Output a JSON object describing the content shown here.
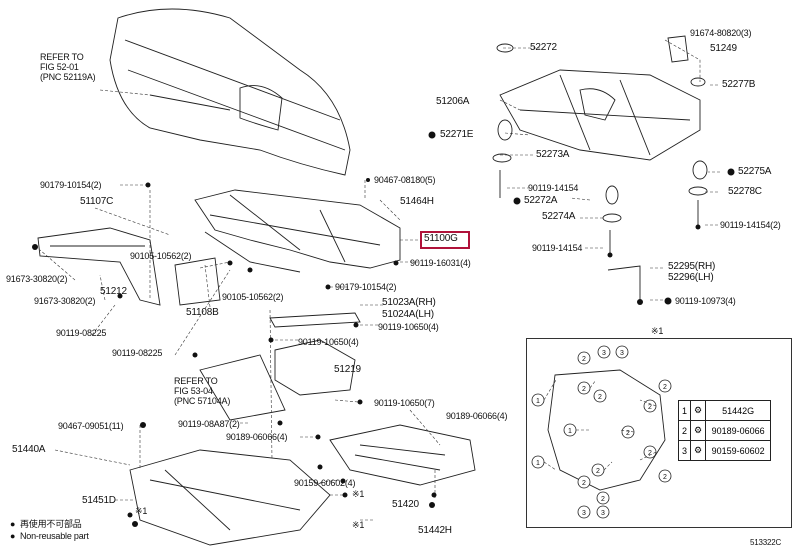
{
  "refer_top": {
    "line1": "REFER TO",
    "line2": "FIG 52-01",
    "line3": "(PNC 52119A)"
  },
  "refer_mid": {
    "line1": "REFER TO",
    "line2": "FIG 53-04",
    "line3": "(PNC 57104A)"
  },
  "callouts": {
    "c90179_10154_2a": "90179-10154(2)",
    "c51107C": "51107C",
    "c91673_30820_2": "91673-30820(2)",
    "c91673_30820_2b": "91673-30820(2)",
    "c51212": "51212",
    "c90119_08225a": "90119-08225",
    "c90119_08225b": "90119-08225",
    "c90105_10562_2a": "90105-10562(2)",
    "c90105_10562_2b": "90105-10562(2)",
    "c51108B": "51108B",
    "c90467_08180_5": "90467-08180(5)",
    "c51464H": "51464H",
    "c51100G": "51100G",
    "c90119_16031_4": "90119-16031(4)",
    "c90179_10154_2b": "90179-10154(2)",
    "c51023A": "51023A(RH)",
    "c51024A": "51024A(LH)",
    "c90119_10650_4a": "90119-10650(4)",
    "c90119_10650_4b": "90119-10650(4)",
    "c51219": "51219",
    "c90119_10650_7": "90119-10650(7)",
    "c90119_08A87_2": "90119-08A87(2)",
    "c90189_06066_4a": "90189-06066(4)",
    "c90189_06066_4b": "90189-06066(4)",
    "c90467_09051_11": "90467-09051(11)",
    "c51440A": "51440A",
    "c51451D": "51451D",
    "c90159_60602_4": "90159-60602(4)",
    "c51420": "51420",
    "c51442H": "51442H",
    "c52272": "52272",
    "c51206A": "51206A",
    "c52271E": "52271E",
    "c52273A": "52273A",
    "c90119_14154a": "90119-14154",
    "c52272A": "52272A",
    "c52274A": "52274A",
    "c90119_14154b": "90119-14154",
    "c91674_80820_3": "91674-80820(3)",
    "c51249": "51249",
    "c52277B": "52277B",
    "c52275A": "52275A",
    "c52278C": "52278C",
    "c90119_14154_2": "90119-14154(2)",
    "c52295": "52295(RH)",
    "c52296": "52296(LH)",
    "c90119_10973_4": "90119-10973(4)",
    "star1a": "※1",
    "star1b": "※1",
    "star1c": "※1",
    "star1_inset": "※1"
  },
  "legend": {
    "rows": [
      {
        "num": "1",
        "part": "51442G"
      },
      {
        "num": "2",
        "part": "90189-06066"
      },
      {
        "num": "3",
        "part": "90159-60602"
      }
    ],
    "non_reusable_jp": "再使用不可部品",
    "non_reusable_en": "Non-reusable part"
  },
  "figure_id": "513322C",
  "highlight_color": "#b0123a"
}
